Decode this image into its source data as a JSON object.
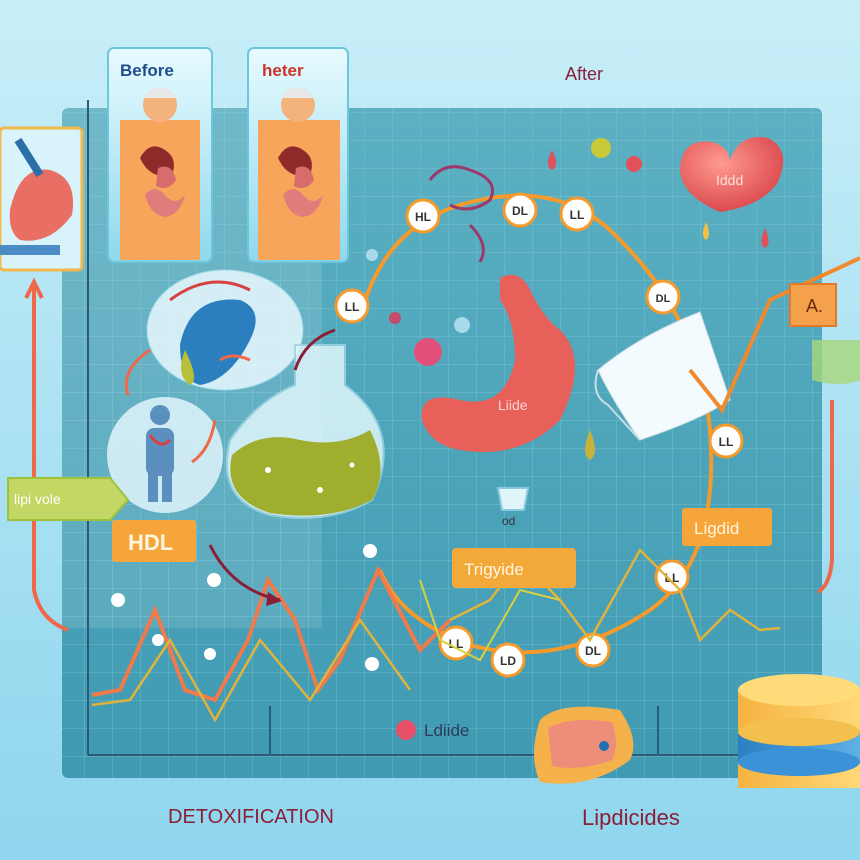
{
  "panels": {
    "before_label": "Before",
    "heter_label": "heter",
    "after_label": "After"
  },
  "labels": {
    "liver_heart": "Iddd",
    "stomach": "Liide",
    "hdl_box": "HDL",
    "lipi_vole": "lipi vole",
    "trigyide": "Trigyide",
    "ligdid": "Ligdid",
    "a_flag": "A.",
    "ldiide": "Ldiide",
    "od": "od",
    "detox": "DETOXIFICATION",
    "lipdicides": "Lipdicides"
  },
  "ring_badges": [
    "HL",
    "DL",
    "LL",
    "LL",
    "DL",
    "LL",
    "LL",
    "LL",
    "LD",
    "DL"
  ],
  "colors": {
    "background": "#9fdcf0",
    "grid_panel": "#4fa7b9",
    "orange": "#f08a2c",
    "red_organ": "#e8605a",
    "label_maroon": "#8a1f38",
    "bottle_green": "#a9b83a"
  },
  "icons": [
    "liver-icon",
    "stomach-icon",
    "heart-icon",
    "flask-icon",
    "body-figure-icon",
    "towel-icon",
    "stacked-disks-icon",
    "lipid-cushion-icon",
    "cup-icon",
    "virus-icon"
  ]
}
